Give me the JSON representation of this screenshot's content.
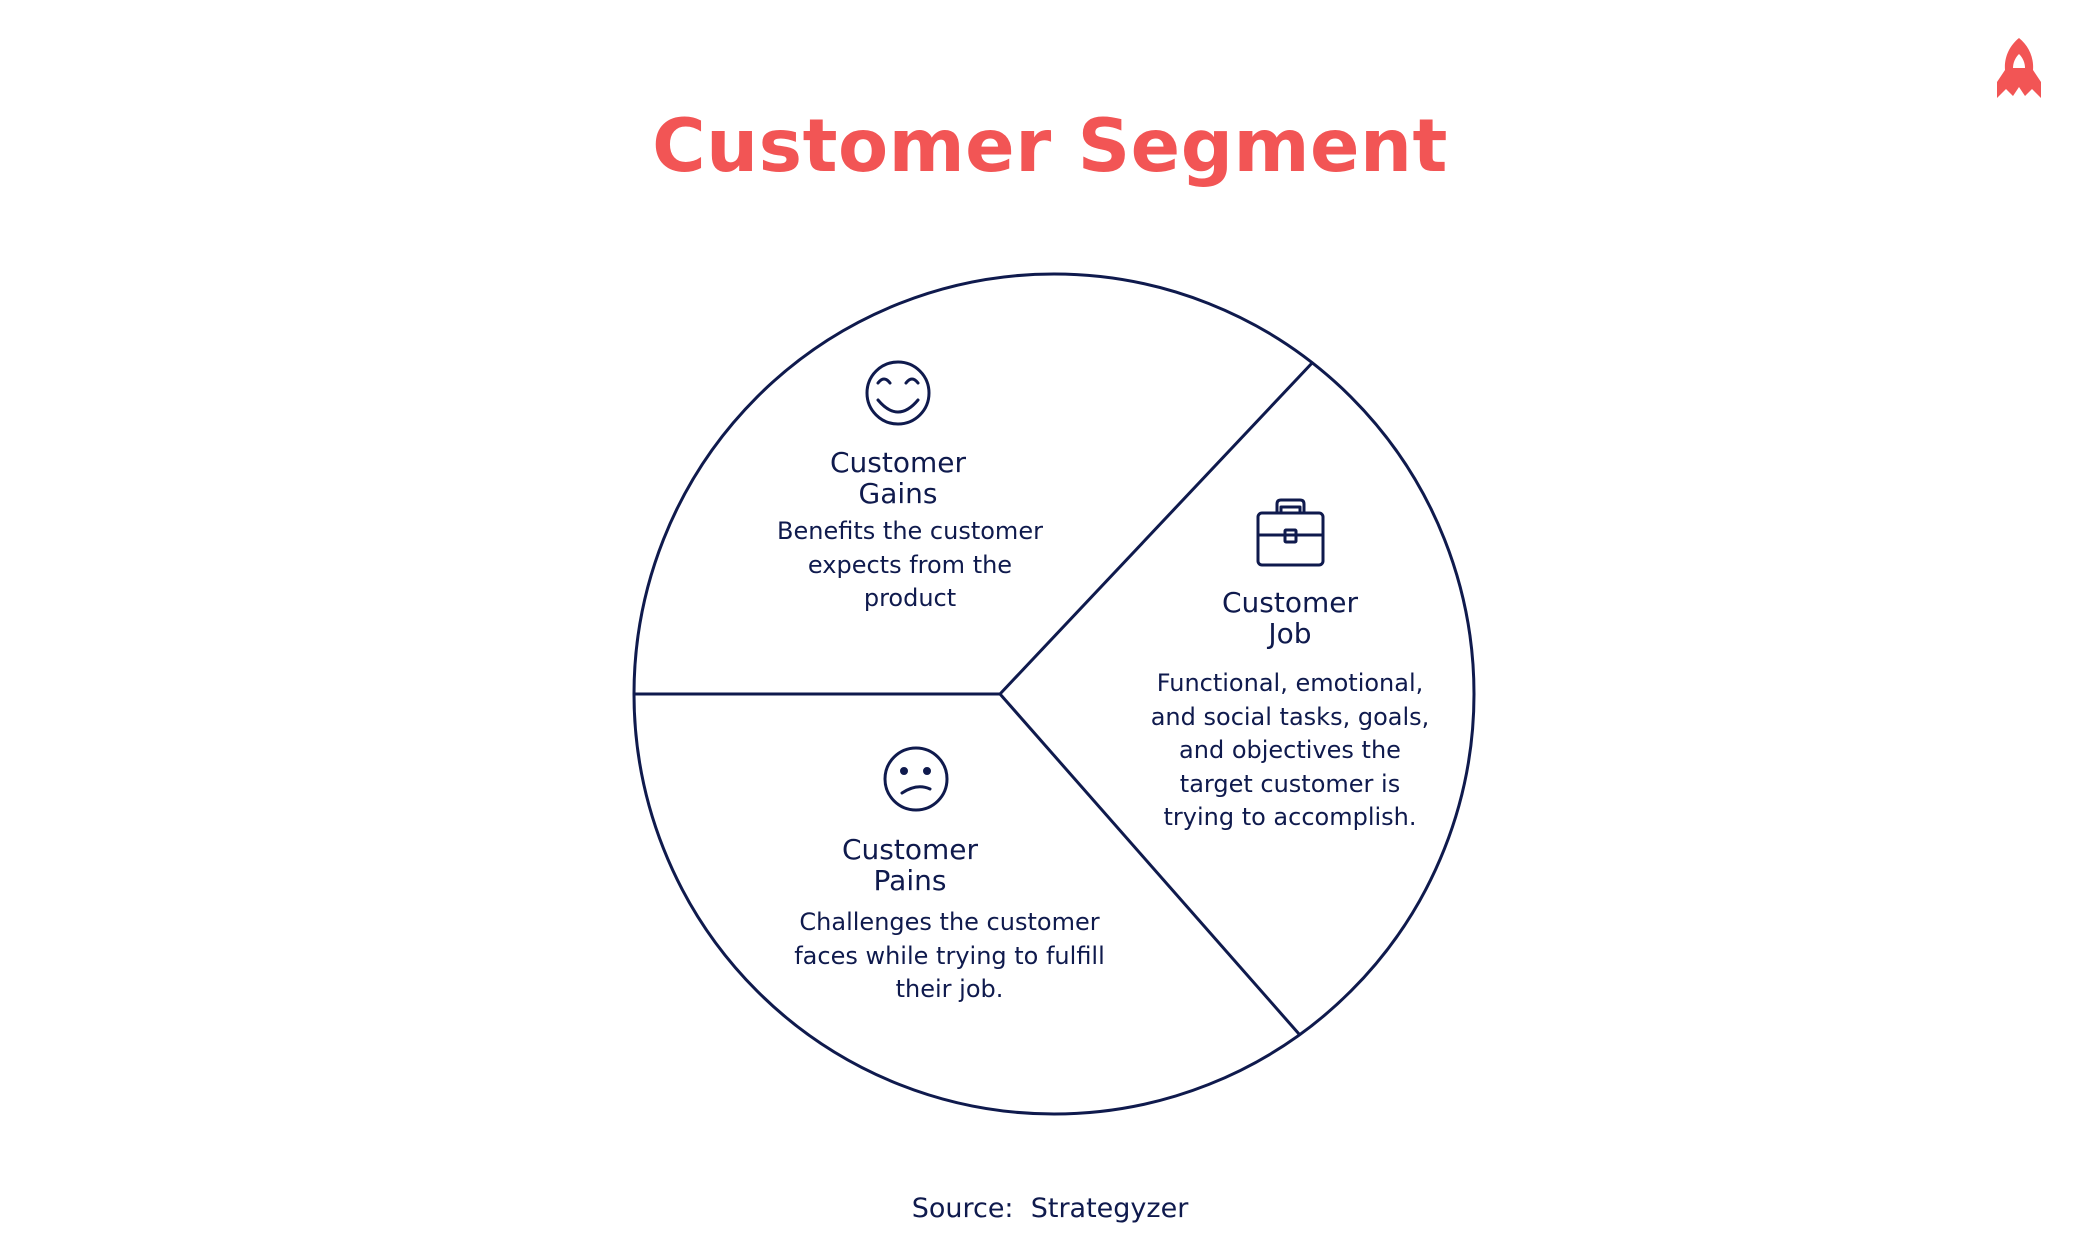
{
  "title": "Customer Segment",
  "colors": {
    "accent": "#f25555",
    "ink": "#0f1a4d",
    "background": "#ffffff"
  },
  "segments": [
    {
      "id": "gains",
      "icon": "smiling-face-icon",
      "title_line1": "Customer",
      "title_line2": "Gains",
      "description": "Benefits the customer expects from the product"
    },
    {
      "id": "job",
      "icon": "briefcase-icon",
      "title_line1": "Customer",
      "title_line2": "Job",
      "description": "Functional, emotional, and social tasks, goals, and objectives the target customer is trying to accomplish."
    },
    {
      "id": "pains",
      "icon": "confused-face-icon",
      "title_line1": "Customer",
      "title_line2": "Pains",
      "description": "Challenges the customer faces while trying to fulfill their job."
    }
  ],
  "source": {
    "label": "Source:",
    "value": "Strategyzer"
  },
  "logo": "rocket-logo-icon"
}
